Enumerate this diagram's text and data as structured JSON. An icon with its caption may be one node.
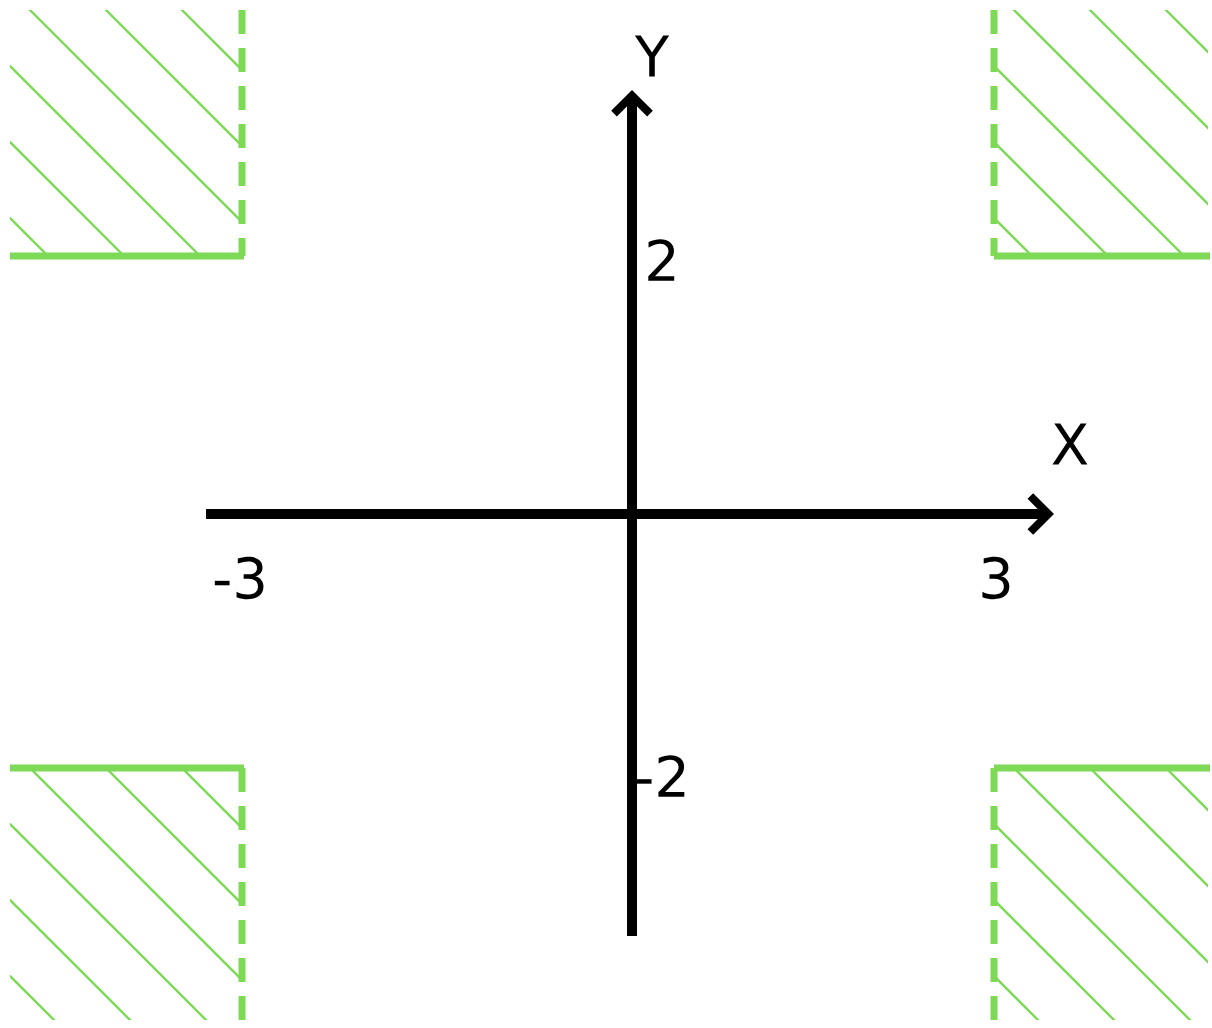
{
  "diagram": {
    "labels": [
      "Y",
      "2",
      "X",
      "-3",
      "3",
      "-2"
    ]
  }
}
